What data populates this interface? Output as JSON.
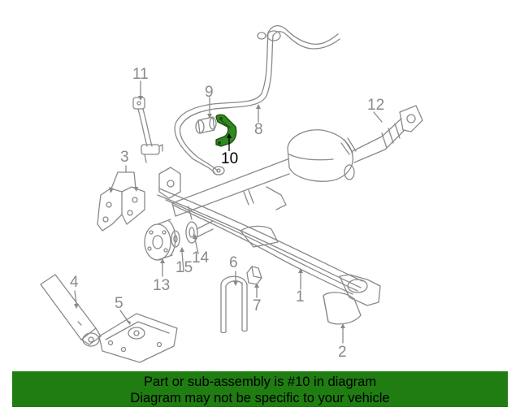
{
  "callouts": {
    "n1": "1",
    "n2": "2",
    "n3": "3",
    "n4": "4",
    "n5": "5",
    "n6": "6",
    "n7": "7",
    "n8": "8",
    "n9": "9",
    "n10": "10",
    "n11": "11",
    "n12": "12",
    "n13": "13",
    "n14": "14",
    "n15": "15"
  },
  "highlighted_part": "10",
  "colors": {
    "line_art": "#8a8a8a",
    "highlight_part": "#2e8b1e",
    "banner_bg": "#1f7d12",
    "banner_text": "#000000"
  },
  "banner": {
    "line1": "Part or sub-assembly is #10 in diagram",
    "line2": "Diagram may not be specific to your vehicle"
  }
}
